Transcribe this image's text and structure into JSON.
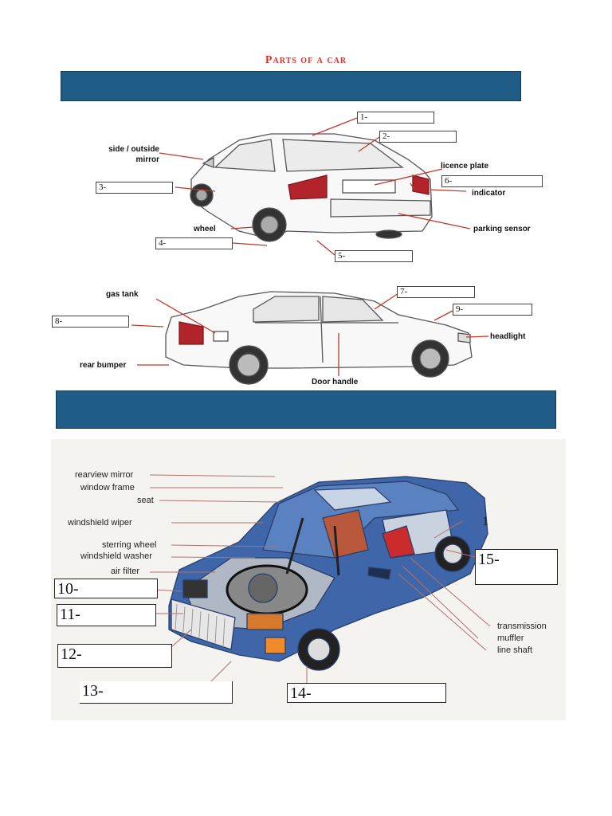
{
  "title": "Parts of a car",
  "section1": {
    "labels": {
      "mirror": "side / outside\nmirror",
      "licence": "licence plate",
      "indicator": "indicator",
      "wheel": "wheel",
      "parking": "parking sensor",
      "gastank": "gas tank",
      "headlight": "headlight",
      "bumper": "rear bumper",
      "doorhandle": "Door handle"
    },
    "boxes": [
      "1-",
      "2-",
      "3-",
      "4-",
      "5-",
      "6-",
      "7-",
      "8-",
      "9-"
    ]
  },
  "section2": {
    "labels": {
      "rearview": "rearview mirror",
      "windowframe": "window frame",
      "seat": "seat",
      "wiper": "windshield wiper",
      "steering": "sterring wheel",
      "washer": "windshield washer",
      "airfilter": "air filter",
      "transmission": "transmission",
      "muffler": "muffler",
      "lineshaft": "line shaft"
    },
    "boxes": [
      "10-",
      "11-",
      "12-",
      "13-",
      "14-",
      "15-"
    ],
    "edge_mark": "1"
  },
  "colors": {
    "bar": "#1f5d86",
    "title": "#d6322e",
    "car_blue": "#3e66a8",
    "arrow": "#c0392b"
  }
}
